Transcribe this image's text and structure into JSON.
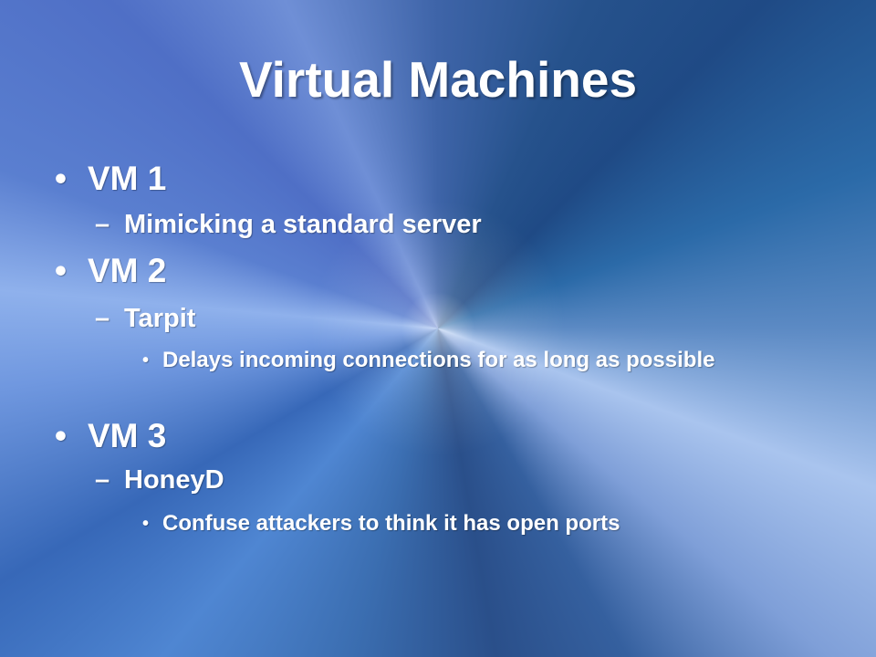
{
  "slide": {
    "title": "Virtual Machines",
    "items": [
      {
        "text": "VM 1",
        "marker": "•"
      },
      {
        "text": "Mimicking a standard server",
        "marker": "–"
      },
      {
        "text": "VM 2",
        "marker": "•"
      },
      {
        "text": "Tarpit",
        "marker": "–"
      },
      {
        "text": "Delays incoming connections for as long as possible",
        "marker": "•"
      },
      {
        "text": "VM 3",
        "marker": "•"
      },
      {
        "text": "HoneyD",
        "marker": "–"
      },
      {
        "text": "Confuse attackers to think it has open ports",
        "marker": "•"
      }
    ]
  }
}
